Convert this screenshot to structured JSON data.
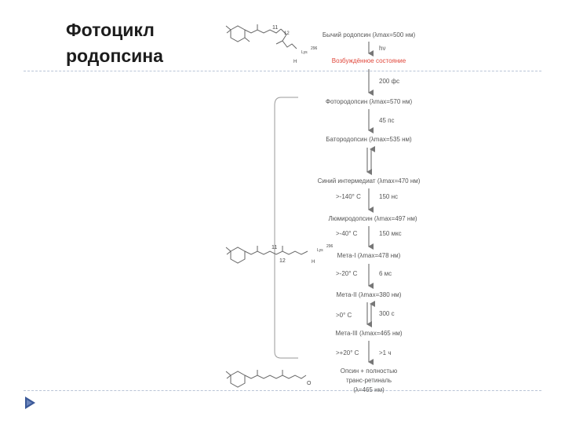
{
  "slide": {
    "title_line1": "Фотоцикл",
    "title_line2": "родопсина"
  },
  "diagram": {
    "states": [
      "Бычий родопсин (λmax=500 нм)",
      "Возбуждённое состояние",
      "Фотородопсин (λmax=570 нм)",
      "Батородопсин (λmax=535 нм)",
      "Синий интермедиат (λmax=470 нм)",
      "Люмиродопсин (λmax=497 нм)",
      "Мета-I (λmax=478 нм)",
      "Мета-II (λmax=380 нм)",
      "Мета-III (λmax=465 нм)",
      "Опсин + полностью",
      "транс-ретиналь",
      "(λ=465 нм)"
    ],
    "hv": "hν",
    "steps": [
      {
        "left": "",
        "right": "200 фс"
      },
      {
        "left": "",
        "right": "45 пс"
      },
      {
        "left": ">-140° C",
        "right": "150 нс"
      },
      {
        "left": ">-40° C",
        "right": "150 мкс"
      },
      {
        "left": ">-20° C",
        "right": "6 мс"
      },
      {
        "left": ">0° C",
        "right": "300 с"
      },
      {
        "left": ">+20° C",
        "right": ">1 ч"
      }
    ],
    "struct_labels": {
      "top_11": "11",
      "top_12": "12",
      "top_lys": "Lys",
      "top_296": "296",
      "top_h": "H",
      "mid_11": "11",
      "mid_12": "12",
      "mid_lys": "Lys",
      "mid_296": "296",
      "mid_h": "H",
      "bot_o": "O"
    },
    "colors": {
      "excited": "#e0463a",
      "text": "#555555",
      "arrow": "#777777"
    }
  }
}
